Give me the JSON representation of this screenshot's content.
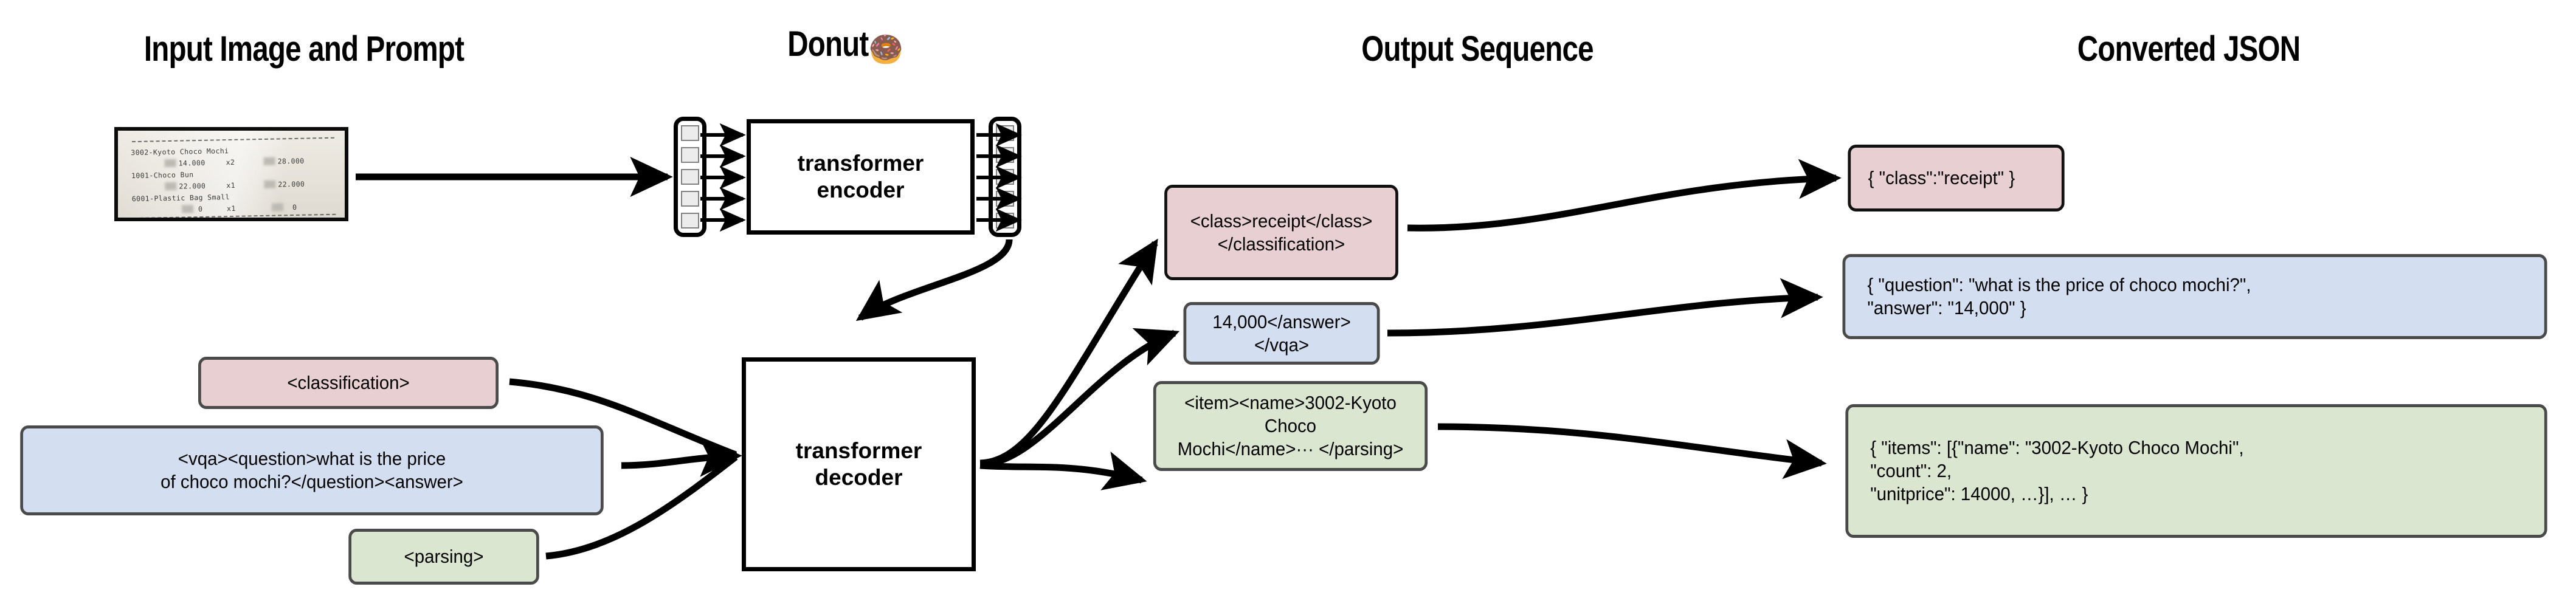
{
  "columns": {
    "input": "Input Image and Prompt",
    "model": "Donut",
    "model_emoji": "🍩",
    "output": "Output Sequence",
    "json": "Converted JSON"
  },
  "receipt": {
    "alt": "photographed thermal receipt",
    "lines": [
      "3002-Kyoto Choco Mochi",
      "        14.000    x2        28.000",
      "1001-Choco Bun",
      "        22.000    x1        22.000",
      "6001-Plastic Bag Small",
      "             0    x1             0"
    ],
    "items": [
      {
        "name": "3002-Kyoto Choco Mochi",
        "unitprice": "14.000",
        "count": "x2",
        "total": "28.000"
      },
      {
        "name": "1001-Choco Bun",
        "unitprice": "22.000",
        "count": "x1",
        "total": "22.000"
      },
      {
        "name": "6001-Plastic Bag Small",
        "unitprice": "0",
        "count": "x1",
        "total": "0"
      }
    ]
  },
  "prompts": {
    "classification": "<classification>",
    "vqa": "<vqa><question>what is the price\nof choco mochi?</question><answer>",
    "parsing": "<parsing>"
  },
  "model": {
    "encoder_label": "transformer\nencoder",
    "decoder_label": "transformer\ndecoder",
    "token_count": 5
  },
  "output_sequence": {
    "classification": "<class>receipt</class>\n</classification>",
    "vqa": "14,000</answer></vqa>",
    "parsing": "<item><name>3002-Kyoto Choco\nMochi</name>··· </parsing>"
  },
  "converted_json": {
    "classification": "{ \"class\":\"receipt\" }",
    "vqa": "{ \"question\": \"what is the price of choco mochi?\",\n  \"answer\": \"14,000\" }",
    "parsing": "{ \"items\": [{\"name\": \"3002-Kyoto Choco Mochi\",\n      \"count\": 2,\n      \"unitprice\": 14000, …}], … }"
  },
  "colors": {
    "pink": "#e8cfd2",
    "blue": "#d3dff0",
    "green": "#dbe6d0",
    "box_border": "#4a4a4a",
    "stroke": "#000000",
    "token_fill": "#ececec",
    "token_border": "#808080",
    "background": "#ffffff"
  }
}
